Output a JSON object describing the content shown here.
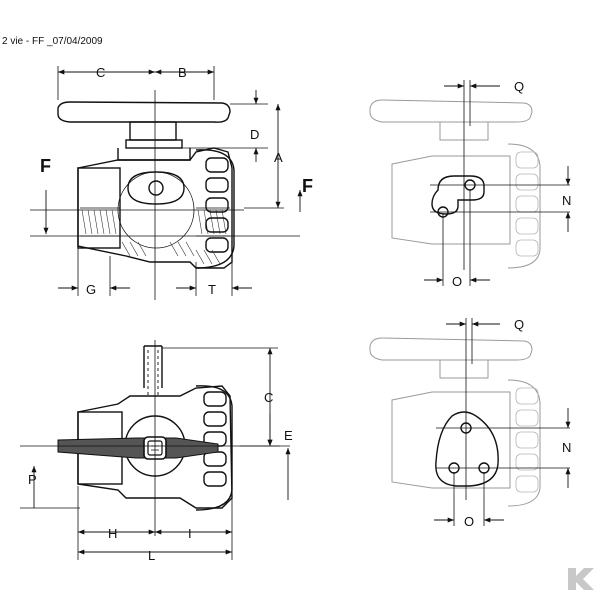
{
  "header": {
    "caption": "2 vie - FF _07/04/2009"
  },
  "force_symbol": "F",
  "view_front": {
    "dims": [
      "C",
      "B",
      "D",
      "A",
      "G",
      "T"
    ]
  },
  "view_top": {
    "dims": [
      "C",
      "E",
      "P",
      "H",
      "I",
      "L"
    ]
  },
  "view_flange_2": {
    "dims": [
      "Q",
      "N",
      "O"
    ]
  },
  "view_flange_3": {
    "dims": [
      "Q",
      "N",
      "O"
    ]
  },
  "logo": {
    "name": "brand-logo"
  }
}
